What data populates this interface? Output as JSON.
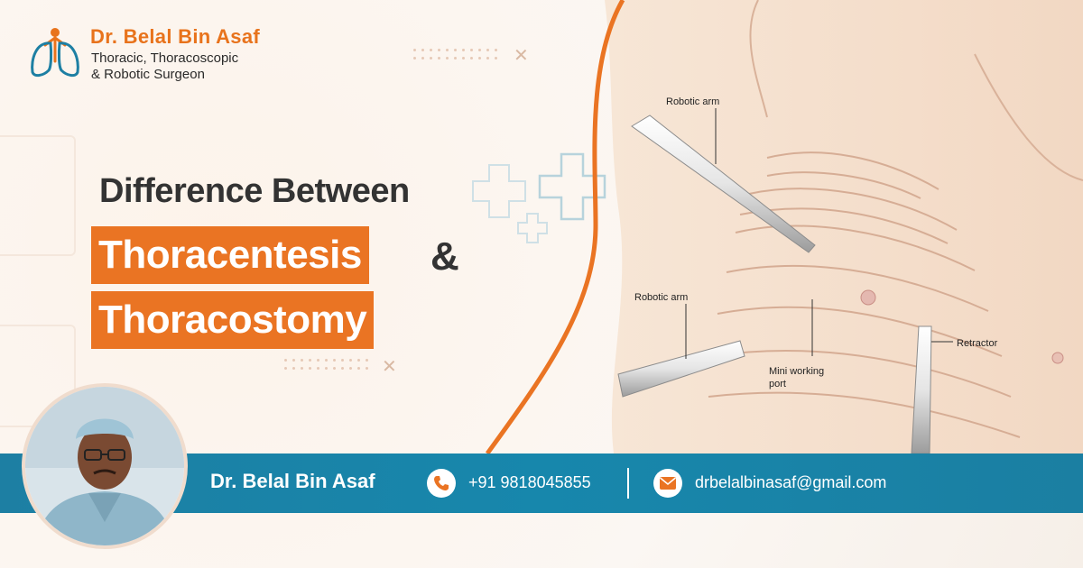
{
  "brand": {
    "name": "Dr. Belal Bin Asaf",
    "subtitle_line1": "Thoracic, Thoracoscopic",
    "subtitle_line2": "& Robotic Surgeon",
    "logo_icon": "lungs-person-icon"
  },
  "headline": {
    "line1": "Difference Between",
    "highlight1": "Thoracentesis",
    "ampersand": "&",
    "highlight2": "Thoracostomy"
  },
  "illustration": {
    "labels": {
      "robotic_arm_top": "Robotic arm",
      "robotic_arm_left": "Robotic arm",
      "retractor": "Retractor",
      "mini_port_line1": "Mini working",
      "mini_port_line2": "port"
    }
  },
  "contact_bar": {
    "doctor_name": "Dr. Belal Bin Asaf",
    "phone": "+91 9818045855",
    "email": "drbelalbinasaf@gmail.com",
    "phone_icon": "phone-icon",
    "email_icon": "envelope-icon"
  },
  "colors": {
    "accent_orange": "#ea7423",
    "bar_blue": "#1b82a7",
    "text_dark": "#333333"
  }
}
